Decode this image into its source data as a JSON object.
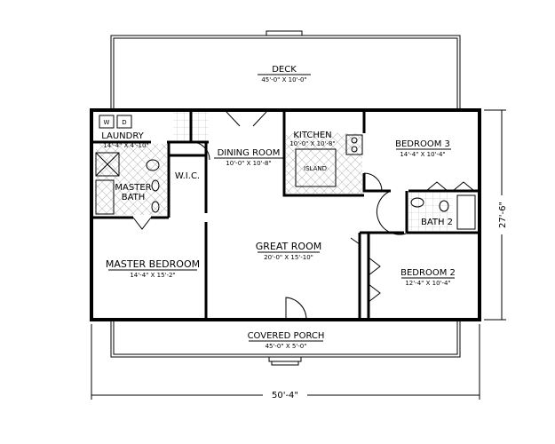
{
  "plan": {
    "deck": {
      "name": "DECK",
      "size": "45'-0\" X 10'-0\""
    },
    "laundry": {
      "name": "LAUNDRY",
      "size": "14'-4\" X 4'-10\"",
      "washer": "W",
      "dryer": "D"
    },
    "master_bath": {
      "name_line1": "MASTER",
      "name_line2": "BATH"
    },
    "wic": {
      "name": "W.I.C."
    },
    "dining_room": {
      "name": "DINING ROOM",
      "size": "10'-0\" X 10'-8\""
    },
    "kitchen": {
      "name": "KITCHEN",
      "size": "10'-0\" X 10'-8\"",
      "island": "ISLAND"
    },
    "bedroom_3": {
      "name": "BEDROOM 3",
      "size": "14'-4\" X 10'-4\""
    },
    "bath_2": {
      "name": "BATH 2"
    },
    "great_room": {
      "name": "GREAT ROOM",
      "size": "20'-0\" X 15'-10\""
    },
    "master_bedroom": {
      "name": "MASTER BEDROOM",
      "size": "14'-4\" X 15'-2\""
    },
    "bedroom_2": {
      "name": "BEDROOM 2",
      "size": "12'-4\" X 10'-4\""
    },
    "covered_porch": {
      "name": "COVERED PORCH",
      "size": "45'-0\" X 5'-0\""
    },
    "overall_width": "50'-4\"",
    "overall_depth": "27'-6\""
  }
}
